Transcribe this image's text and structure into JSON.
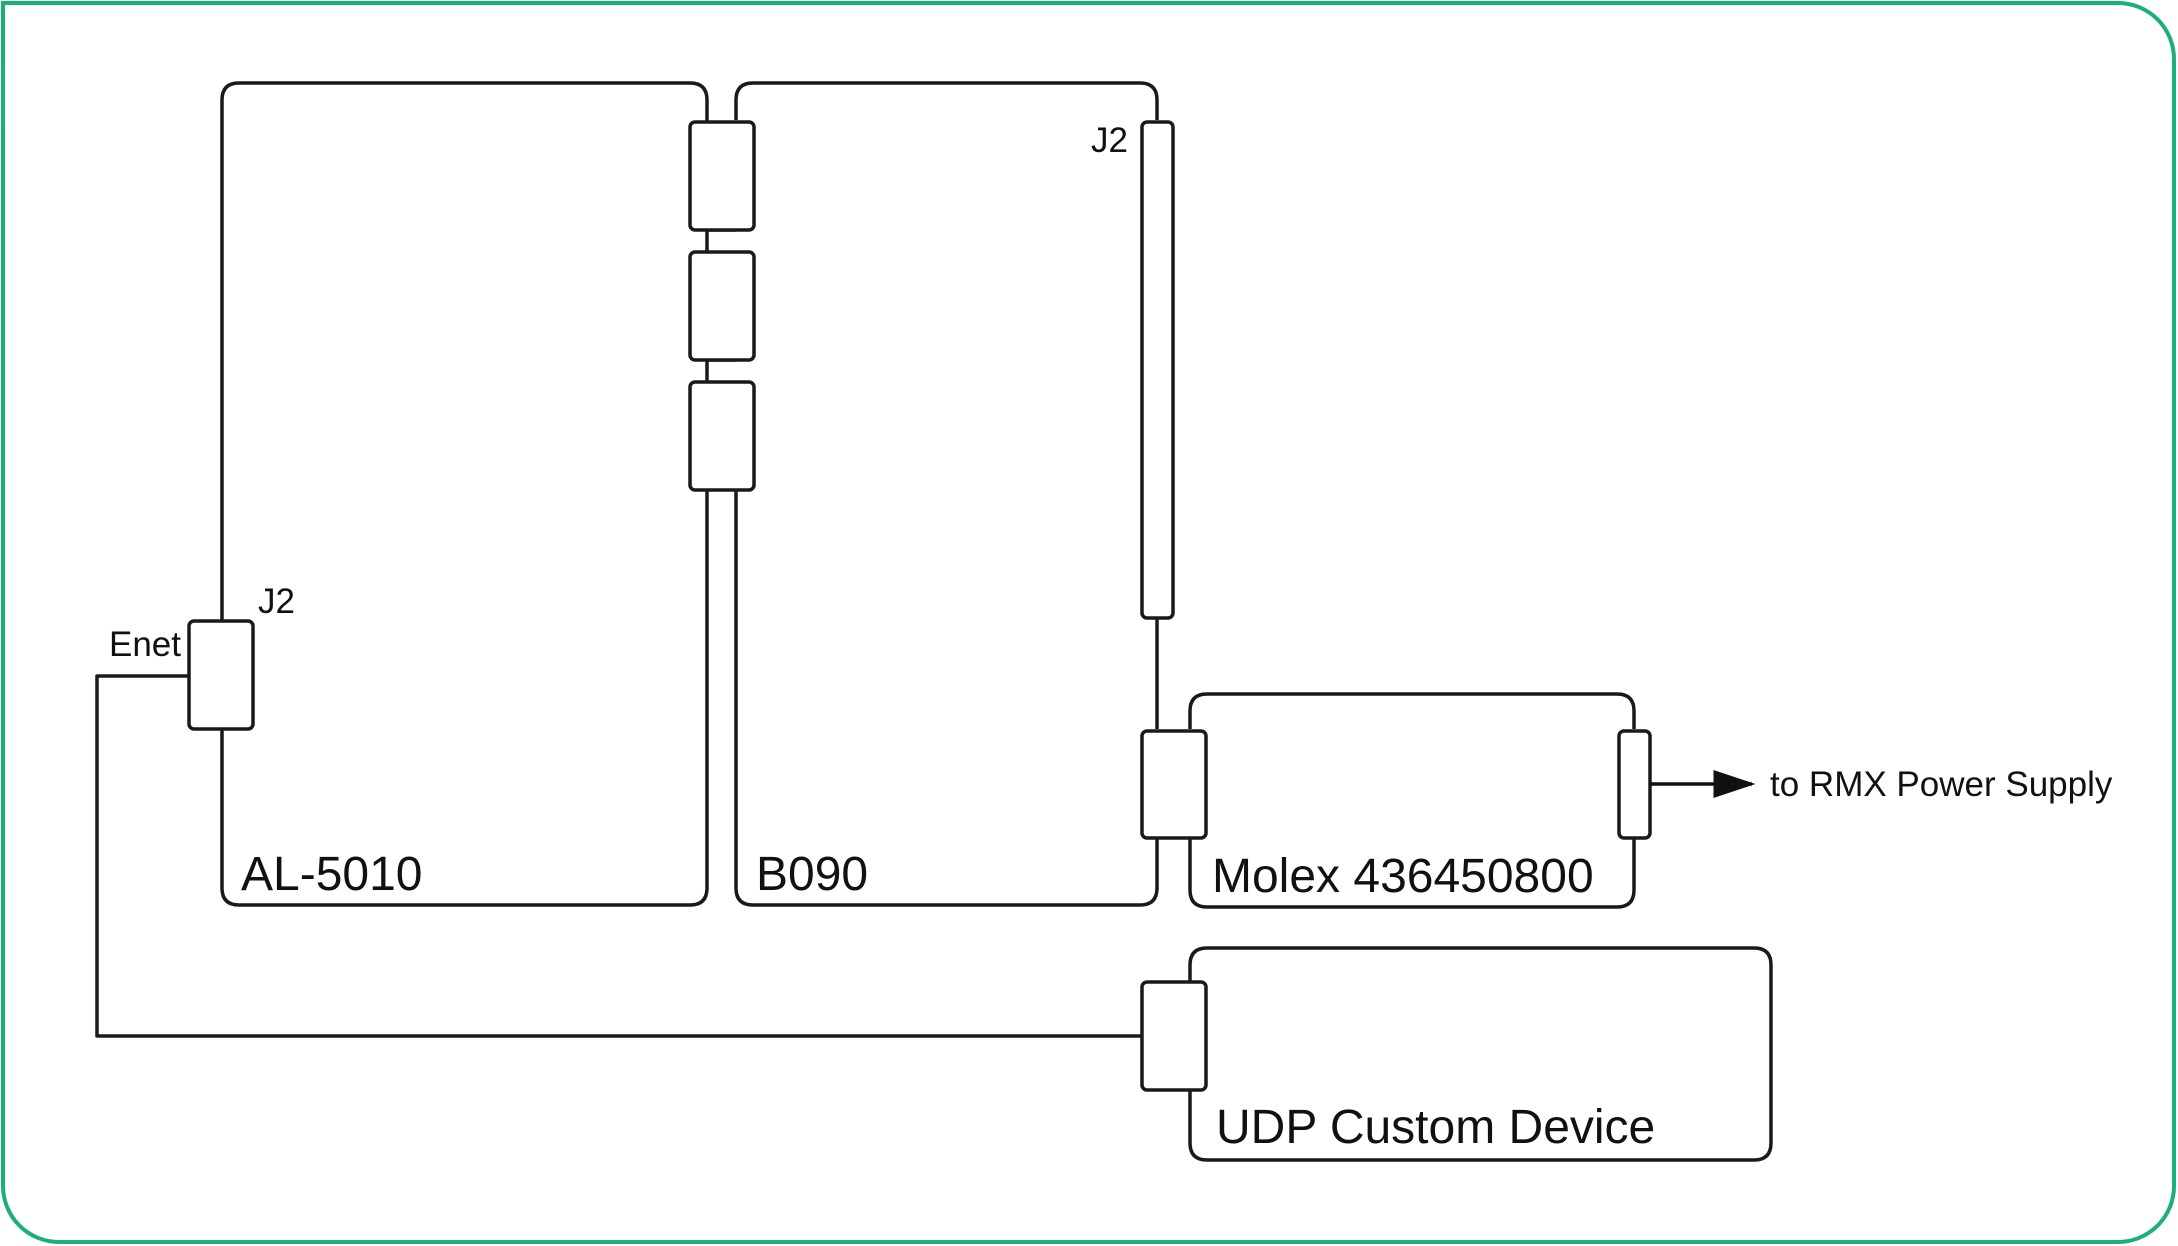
{
  "diagram": {
    "frame_color": "#1bb07a",
    "devices": {
      "al5010": {
        "label": "AL-5010"
      },
      "b090": {
        "label": "B090"
      },
      "molex": {
        "label": "Molex 436450800"
      },
      "udp": {
        "label": "UDP Custom Device"
      }
    },
    "connector_labels": {
      "al5010_port": "J2",
      "al5010_enet": "Enet",
      "b090_port": "J2"
    },
    "external": {
      "power_supply": "to RMX Power Supply"
    }
  }
}
